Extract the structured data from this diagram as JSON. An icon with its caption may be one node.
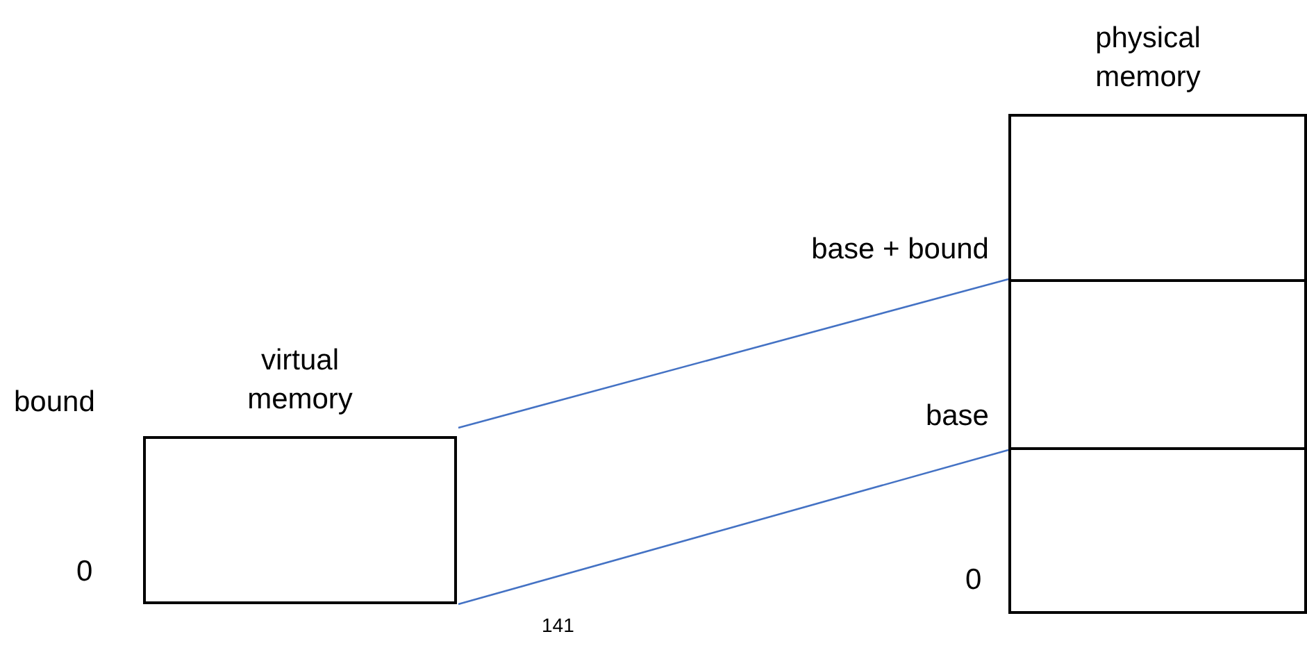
{
  "diagram": {
    "nodes": [
      {
        "text": [
          "virtual memory"
        ]
      },
      {
        "text": [
          "physical memory"
        ]
      },
      {
        "text": [],
        "shape": "box",
        "in": 1
      },
      {
        "text": [],
        "shape": "box",
        "in": 1
      },
      {
        "text": [],
        "shape": "box",
        "in": 1
      }
    ],
    "edges": [
      {
        "from": 0,
        "to": 3,
        "arrow": "none"
      },
      {
        "from": 0,
        "to": 3,
        "arrow": "none"
      }
    ],
    "labels": [
      "bound",
      "0",
      "base + bound",
      "base",
      "0",
      "141"
    ]
  }
}
